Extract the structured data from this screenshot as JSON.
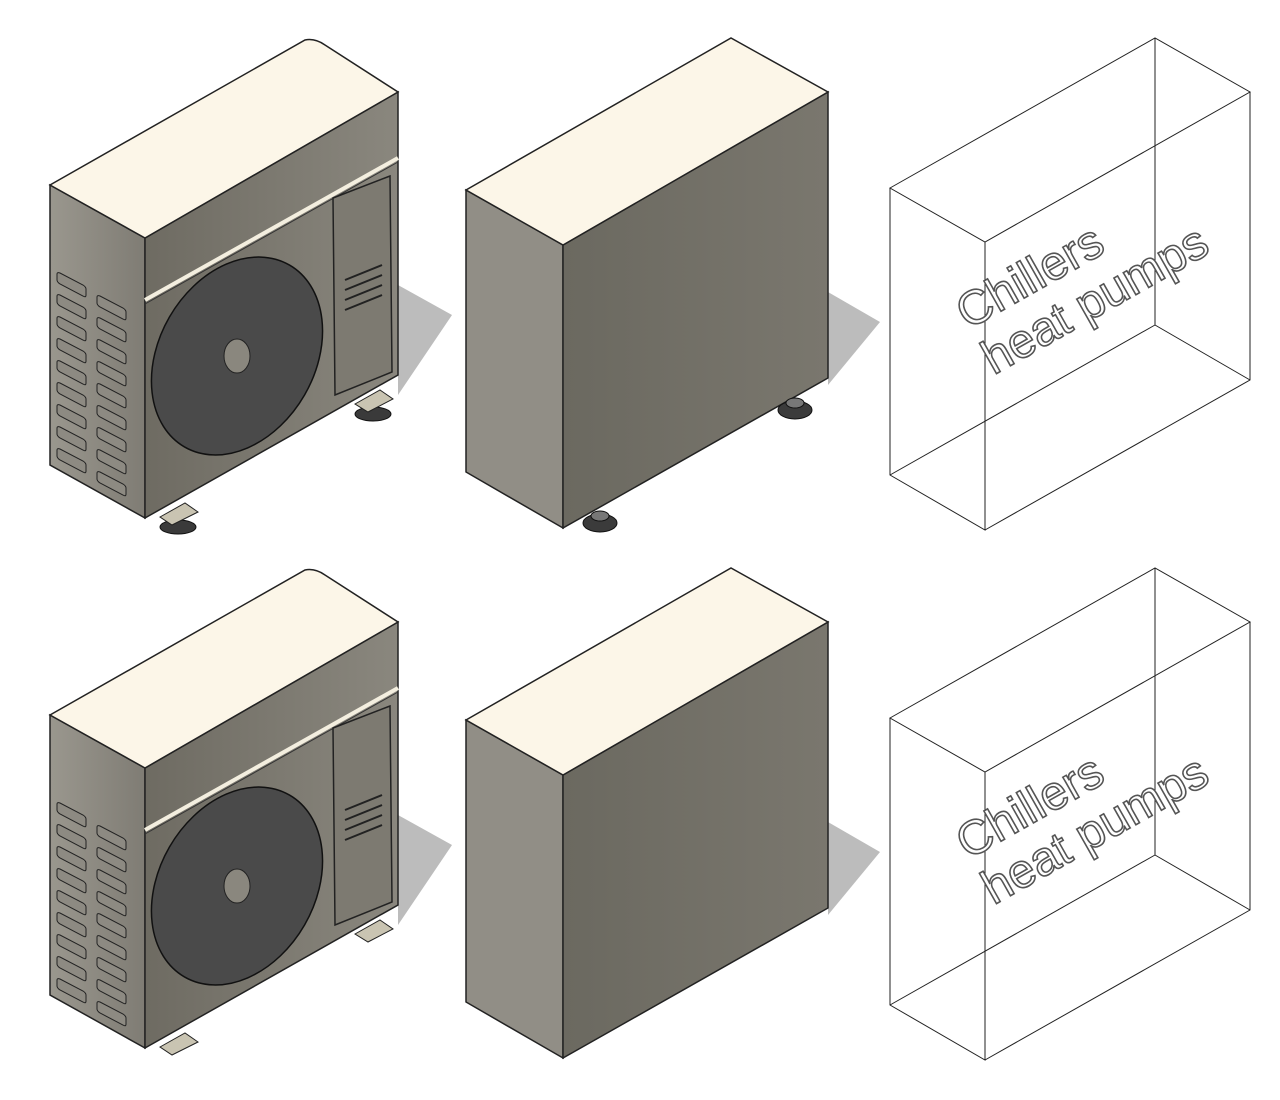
{
  "figure": {
    "label_line_1": "Chillers",
    "label_line_2": "heat pumps"
  },
  "rows": [
    {
      "row": "top",
      "detailed_has_feet": true,
      "simple_has_feet": true
    },
    {
      "row": "bottom",
      "detailed_has_feet": false,
      "simple_has_feet": false
    }
  ],
  "colors": {
    "top_face": "#fcf6e8",
    "front_face": "#6f6c63",
    "side_face": "#8f8c84",
    "fan_disk": "#4a4a4a",
    "shadow": "#bcbcbc",
    "outline": "#222222"
  }
}
